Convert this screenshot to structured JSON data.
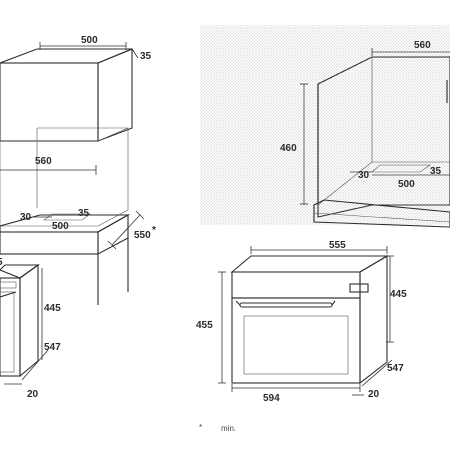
{
  "left_niche": {
    "width_top": "500",
    "depth_top": "35",
    "inner_width": "560",
    "vent_a": "30",
    "vent_b": "35",
    "depth_bottom": "500",
    "depth_side": "550",
    "depth_side_mark": "*"
  },
  "left_oven": {
    "width_partial": "5",
    "height": "445",
    "depth": "547",
    "door": "20"
  },
  "right_niche": {
    "width_top": "560",
    "height": "460",
    "vent_a": "30",
    "vent_b": "35",
    "depth_bottom": "500"
  },
  "right_oven": {
    "width_top": "555",
    "height_body": "445",
    "height_total": "455",
    "width_front": "594",
    "depth": "547",
    "door": "20"
  },
  "legend": {
    "mark": "*",
    "text": "min."
  }
}
